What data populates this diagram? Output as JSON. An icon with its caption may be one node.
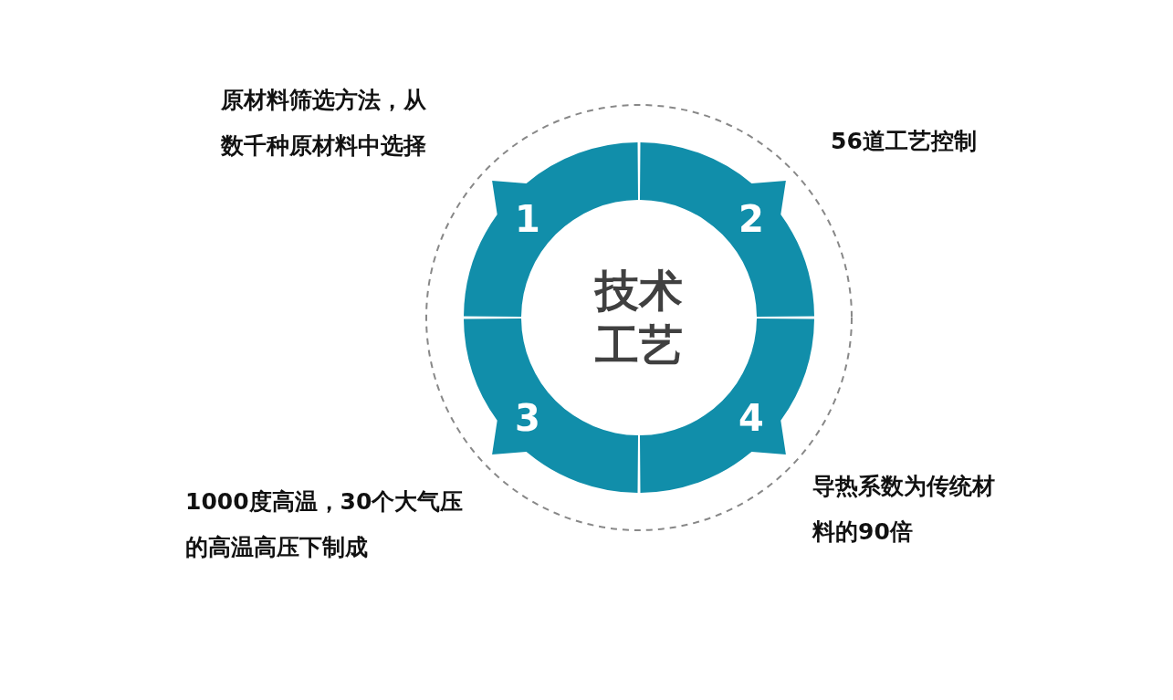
{
  "diagram": {
    "nodes": [
      {
        "text": [
          "技术工艺"
        ]
      },
      {
        "text": [
          "1"
        ],
        "beside": [
          "原材料筛选方法，从数千种原材料中选择"
        ]
      },
      {
        "text": [
          "2"
        ],
        "beside": [
          "56道工艺控制"
        ]
      },
      {
        "text": [
          "3"
        ],
        "beside": [
          "1000度高温，30个大气压的高温高压下制成"
        ]
      },
      {
        "text": [
          "4"
        ],
        "beside": [
          "导热系数为传统材料的90倍"
        ]
      }
    ]
  }
}
